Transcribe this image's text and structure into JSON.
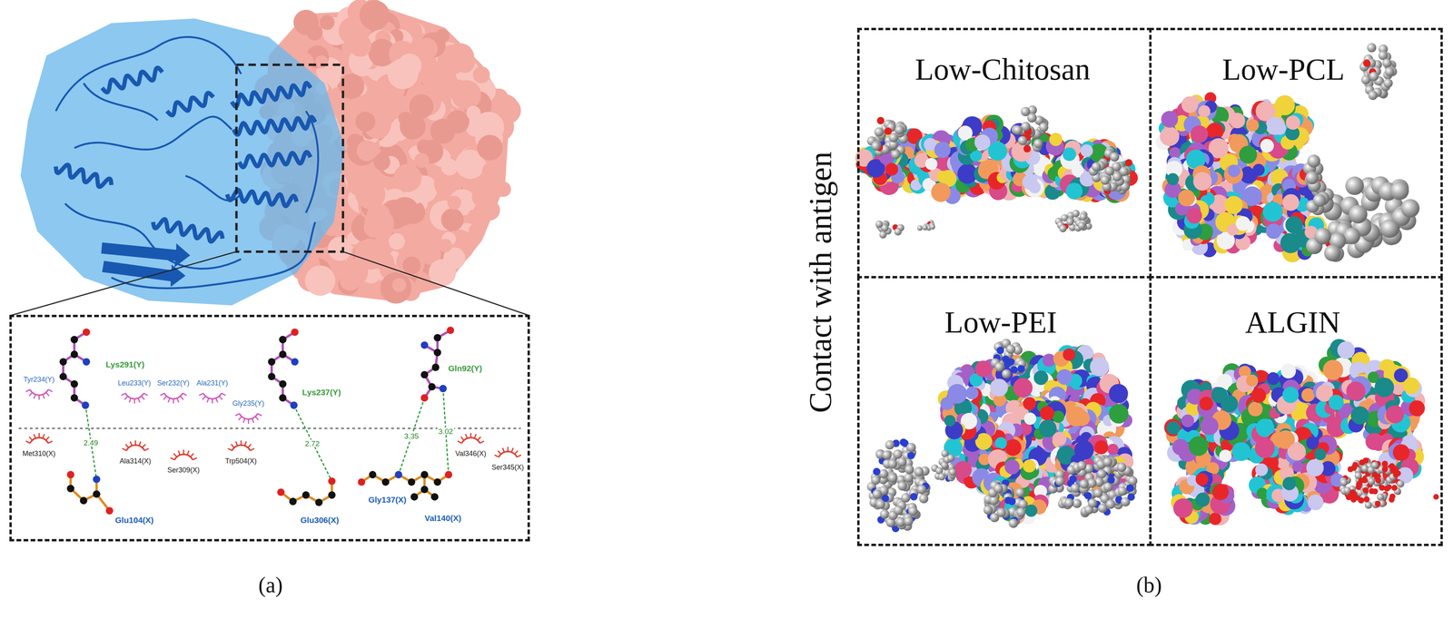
{
  "diagram": {
    "nodes": [
      {
        "text": [
          "Lys291(Y)",
          "Tyr234(Y)",
          "Leu233(Y)",
          "Ser232(Y)",
          "Ala231(Y)",
          "Lys237(Y)",
          "Gln92(Y)",
          "Gly235(Y)",
          "2.49",
          "2.72",
          "3.35",
          "3.02",
          "Met310(X)",
          "Ala314(X)",
          "Ser309(X)",
          "Trp504(X)",
          "Val346(X)",
          "Ser345(X)",
          "Glu306(X)",
          "Gly137(X)",
          "Glu104(X)",
          "Val140(X)"
        ]
      },
      {
        "text": [
          "Low-Chitosan"
        ]
      },
      {
        "text": [
          "Low-PCL"
        ]
      },
      {
        "text": [
          "Low-PEI"
        ]
      },
      {
        "text": [
          "ALGIN"
        ]
      }
    ],
    "labels": [
      "Contact with antigen",
      "(a)",
      "(b)"
    ]
  }
}
